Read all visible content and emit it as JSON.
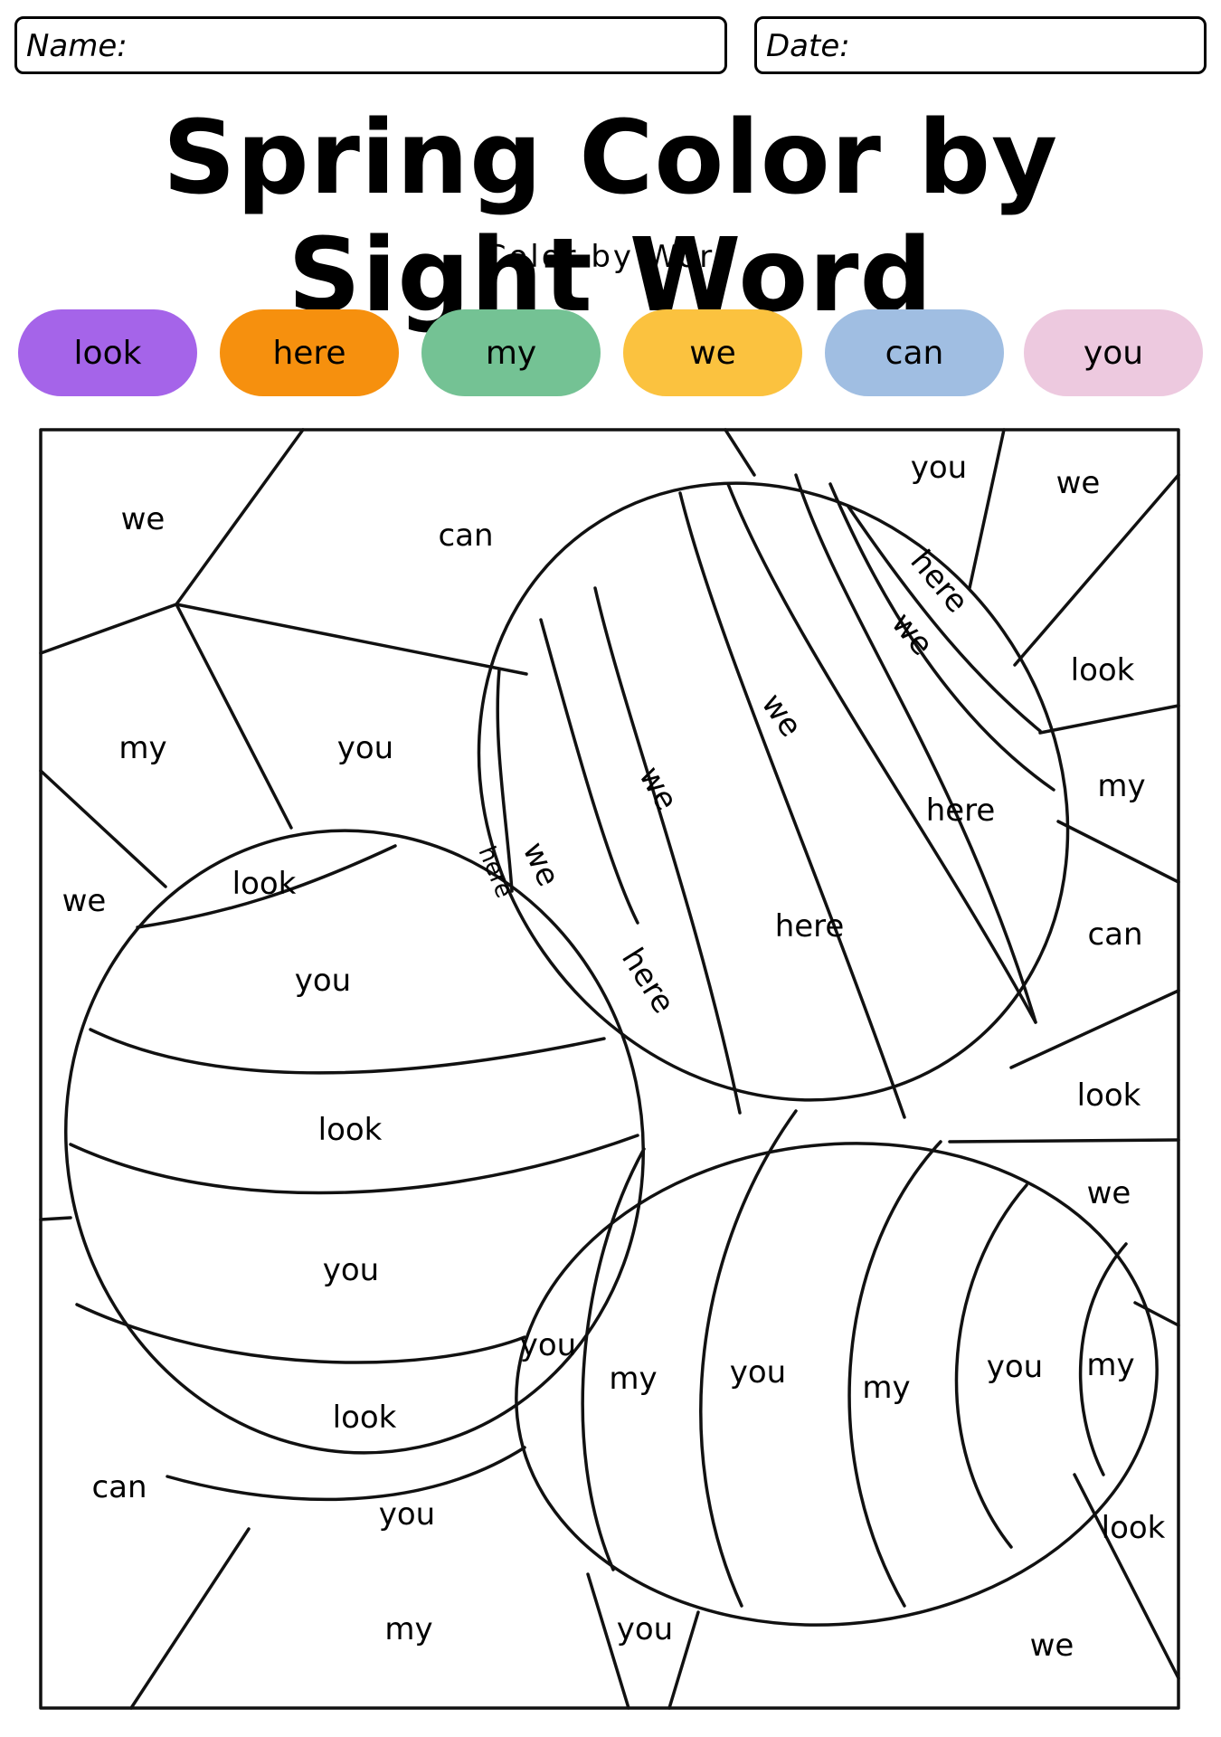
{
  "header": {
    "name_label": "Name:",
    "date_label": "Date:",
    "title": "Spring Color by Sight Word",
    "subtitle": "Color by Word"
  },
  "legend": [
    {
      "word": "look",
      "color": "#A564E9"
    },
    {
      "word": "here",
      "color": "#F6900E"
    },
    {
      "word": "my",
      "color": "#74C294"
    },
    {
      "word": "we",
      "color": "#FBC23F"
    },
    {
      "word": "can",
      "color": "#A0BEE2"
    },
    {
      "word": "you",
      "color": "#EDC9DF"
    }
  ],
  "regions": {
    "bg_we_topleft": "we",
    "bg_can_top": "can",
    "bg_you_topright": "you",
    "bg_we_topright": "we",
    "bg_my_left": "my",
    "bg_you_left": "you",
    "bg_we_left": "we",
    "bg_look_right1": "look",
    "bg_my_right": "my",
    "bg_can_right": "can",
    "bg_look_right2": "look",
    "bg_we_right": "we",
    "bg_look_right3": "look",
    "bg_can_bottomleft": "can",
    "bg_my_bottom": "my",
    "bg_you_bottom": "you",
    "bg_we_bottomright": "we",
    "e1_look_top": "look",
    "e1_you_1": "you",
    "e1_look_2": "look",
    "e1_you_3": "you",
    "e1_look_4": "look",
    "e1_you_5": "you",
    "e2_here_1": "here",
    "e2_we_1": "we",
    "e2_we_2": "we",
    "e2_we_3": "we",
    "e2_here_small": "here",
    "e2_we_small": "we",
    "e2_here_2": "here",
    "e2_here_3": "here",
    "e2_here_4": "here",
    "e3_you_1": "you",
    "e3_my_1": "my",
    "e3_you_2": "you",
    "e3_my_2": "my",
    "e3_you_3": "you",
    "e3_my_3": "my"
  }
}
